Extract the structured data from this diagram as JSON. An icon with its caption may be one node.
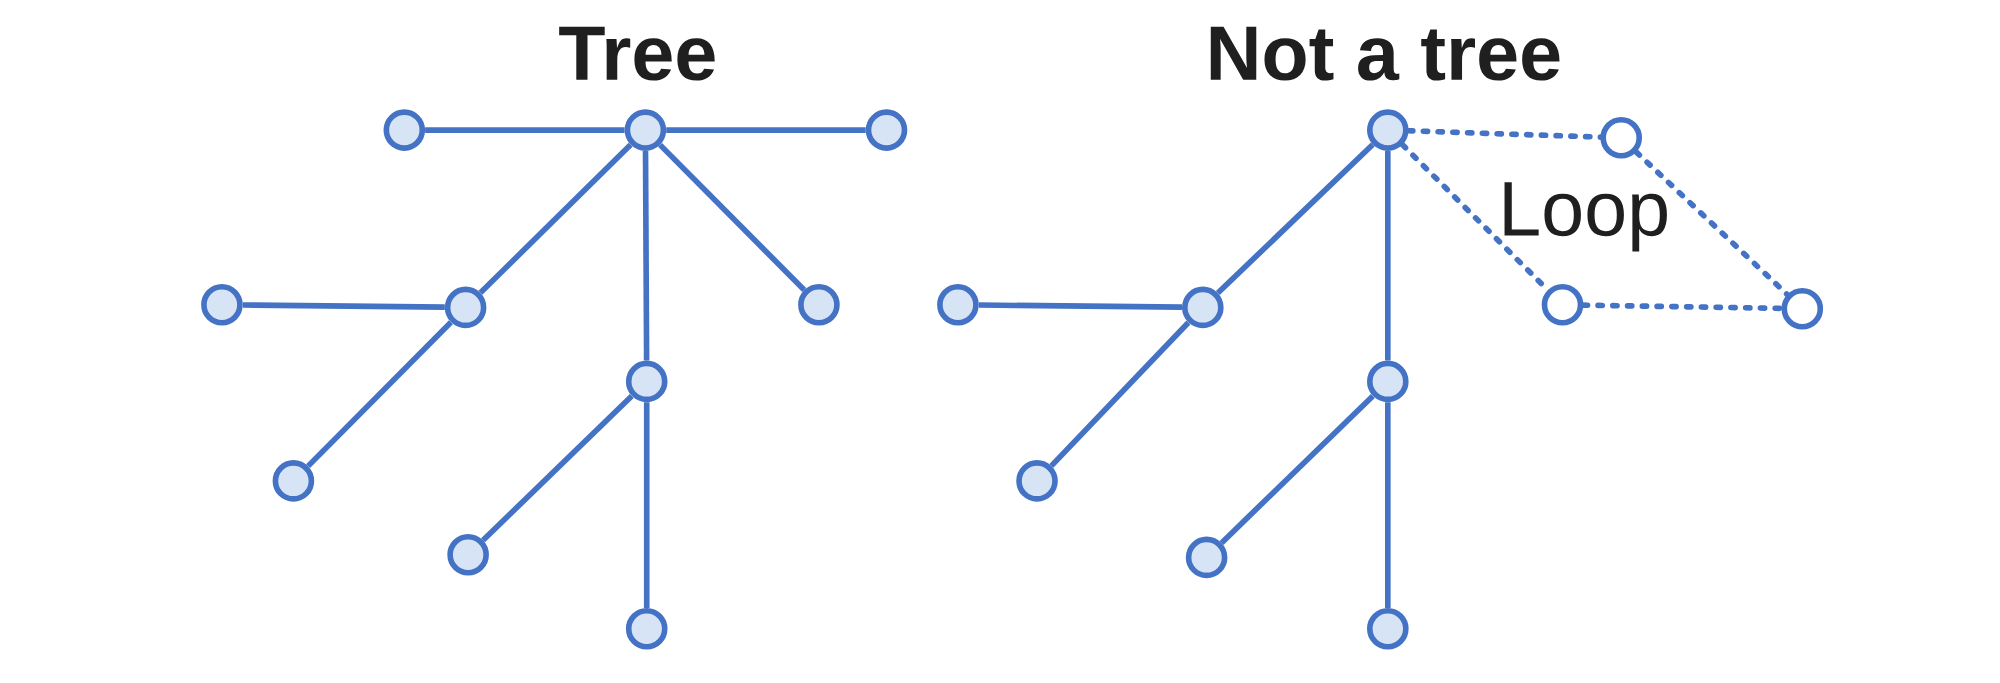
{
  "diagram": {
    "nodes": [
      {
        "text": [],
        "shape": "circle"
      },
      {
        "text": [],
        "shape": "circle"
      },
      {
        "text": [],
        "shape": "circle"
      },
      {
        "text": [],
        "shape": "circle"
      },
      {
        "text": [],
        "shape": "circle"
      },
      {
        "text": [],
        "shape": "circle"
      },
      {
        "text": [],
        "shape": "circle"
      },
      {
        "text": [],
        "shape": "circle"
      },
      {
        "text": [],
        "shape": "circle"
      },
      {
        "text": [],
        "shape": "circle"
      },
      {
        "text": [],
        "shape": "circle"
      },
      {
        "text": [],
        "shape": "circle"
      },
      {
        "text": [],
        "shape": "circle"
      },
      {
        "text": [],
        "shape": "circle"
      },
      {
        "text": [],
        "shape": "circle"
      },
      {
        "text": [],
        "shape": "circle"
      },
      {
        "text": [],
        "shape": "circle"
      },
      {
        "text": [],
        "shape": "circle"
      },
      {
        "text": [],
        "shape": "circle"
      },
      {
        "text": [],
        "shape": "circle"
      }
    ],
    "edges": [
      {
        "from": 1,
        "to": 0,
        "arrow": "none"
      },
      {
        "from": 0,
        "to": 2,
        "arrow": "none"
      },
      {
        "from": 0,
        "to": 3,
        "arrow": "none"
      },
      {
        "from": 0,
        "to": 5,
        "arrow": "none"
      },
      {
        "from": 0,
        "to": 6,
        "arrow": "none"
      },
      {
        "from": 4,
        "to": 3,
        "arrow": "none"
      },
      {
        "from": 3,
        "to": 7,
        "arrow": "none"
      },
      {
        "from": 6,
        "to": 8,
        "arrow": "none"
      },
      {
        "from": 6,
        "to": 9,
        "arrow": "none"
      },
      {
        "from": 10,
        "to": 11,
        "arrow": "none",
        "style": "dashed"
      },
      {
        "from": 10,
        "to": 14,
        "arrow": "none",
        "style": "dashed"
      },
      {
        "from": 11,
        "to": 15,
        "arrow": "none",
        "style": "dashed"
      },
      {
        "from": 14,
        "to": 15,
        "arrow": "none",
        "style": "dashed"
      },
      {
        "from": 10,
        "to": 13,
        "arrow": "none"
      },
      {
        "from": 10,
        "to": 16,
        "arrow": "none"
      },
      {
        "from": 12,
        "to": 13,
        "arrow": "none"
      },
      {
        "from": 13,
        "to": 17,
        "arrow": "none"
      },
      {
        "from": 16,
        "to": 18,
        "arrow": "none"
      },
      {
        "from": 16,
        "to": 19,
        "arrow": "none"
      }
    ],
    "labels": [
      "Tree",
      "Not a tree",
      "Loop"
    ]
  }
}
